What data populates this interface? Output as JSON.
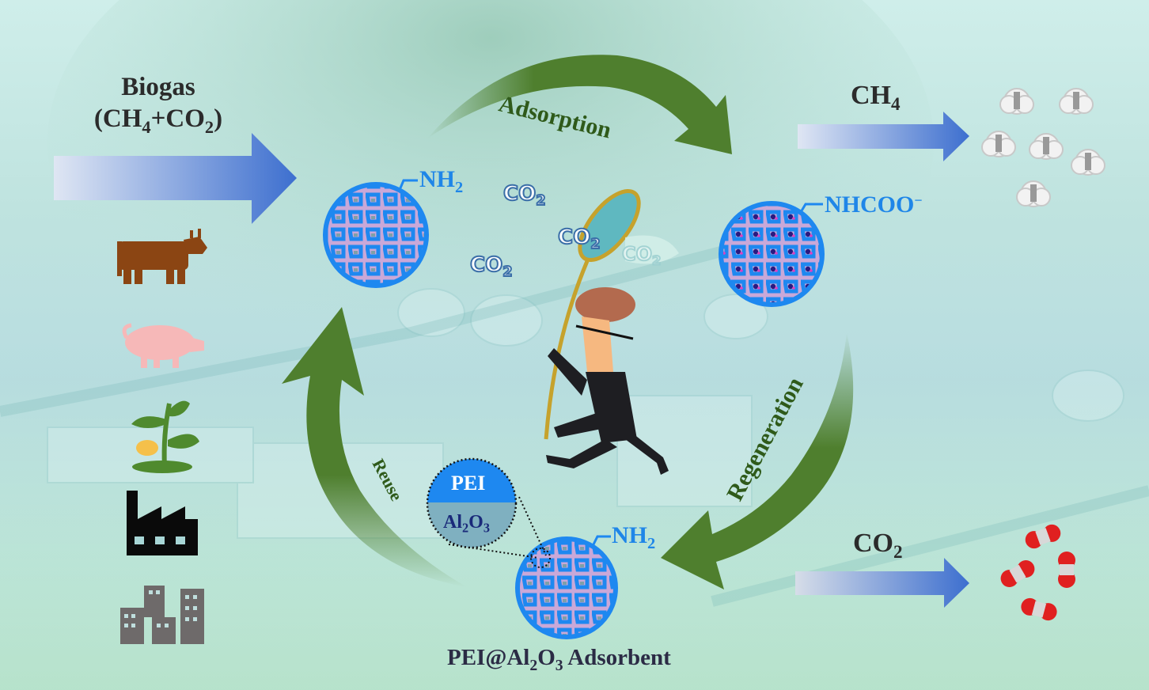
{
  "title": "PEI@Al2O3 Adsorbent biogas upgrading cycle",
  "input": {
    "label_line1": "Biogas",
    "label_line2_prefix": "(CH",
    "label_line2_sub1": "4",
    "label_line2_mid": "+CO",
    "label_line2_sub2": "2",
    "label_line2_suffix": ")"
  },
  "sources": [
    {
      "name": "cow-icon",
      "label": "livestock (cattle)"
    },
    {
      "name": "pig-icon",
      "label": "livestock (pig)"
    },
    {
      "name": "plant-icon",
      "label": "crops"
    },
    {
      "name": "factory-icon",
      "label": "industry"
    },
    {
      "name": "buildings-icon",
      "label": "municipal"
    }
  ],
  "cycle": {
    "adsorption": "Adsorption",
    "regeneration": "Regeneration",
    "reuse": "Reuse"
  },
  "particles": {
    "fresh_group": "NH",
    "fresh_group_sub": "2",
    "loaded_group": "NHCOO",
    "loaded_group_sup": "−",
    "regen_group": "NH",
    "regen_group_sub": "2"
  },
  "co2_molecules": {
    "text": "CO",
    "sub": "2"
  },
  "zoom_inset": {
    "top": "PEI",
    "bottom_prefix": "Al",
    "bottom_sub1": "2",
    "bottom_mid": "O",
    "bottom_sub2": "3"
  },
  "outputs": {
    "ch4_label": "CH",
    "ch4_sub": "4",
    "co2_label": "CO",
    "co2_sub": "2"
  },
  "caption": {
    "prefix": "PEI@Al",
    "sub1": "2",
    "mid": "O",
    "sub2": "3",
    "suffix": " Adsorbent"
  },
  "colors": {
    "arrow_green": "#4f7f2e",
    "flow_blue": "#3f6fcf",
    "particle_blue": "#1e88f0",
    "text_dark": "#2b2b2b",
    "text_green": "#2f5a1a",
    "co2_red": "#e02020"
  }
}
